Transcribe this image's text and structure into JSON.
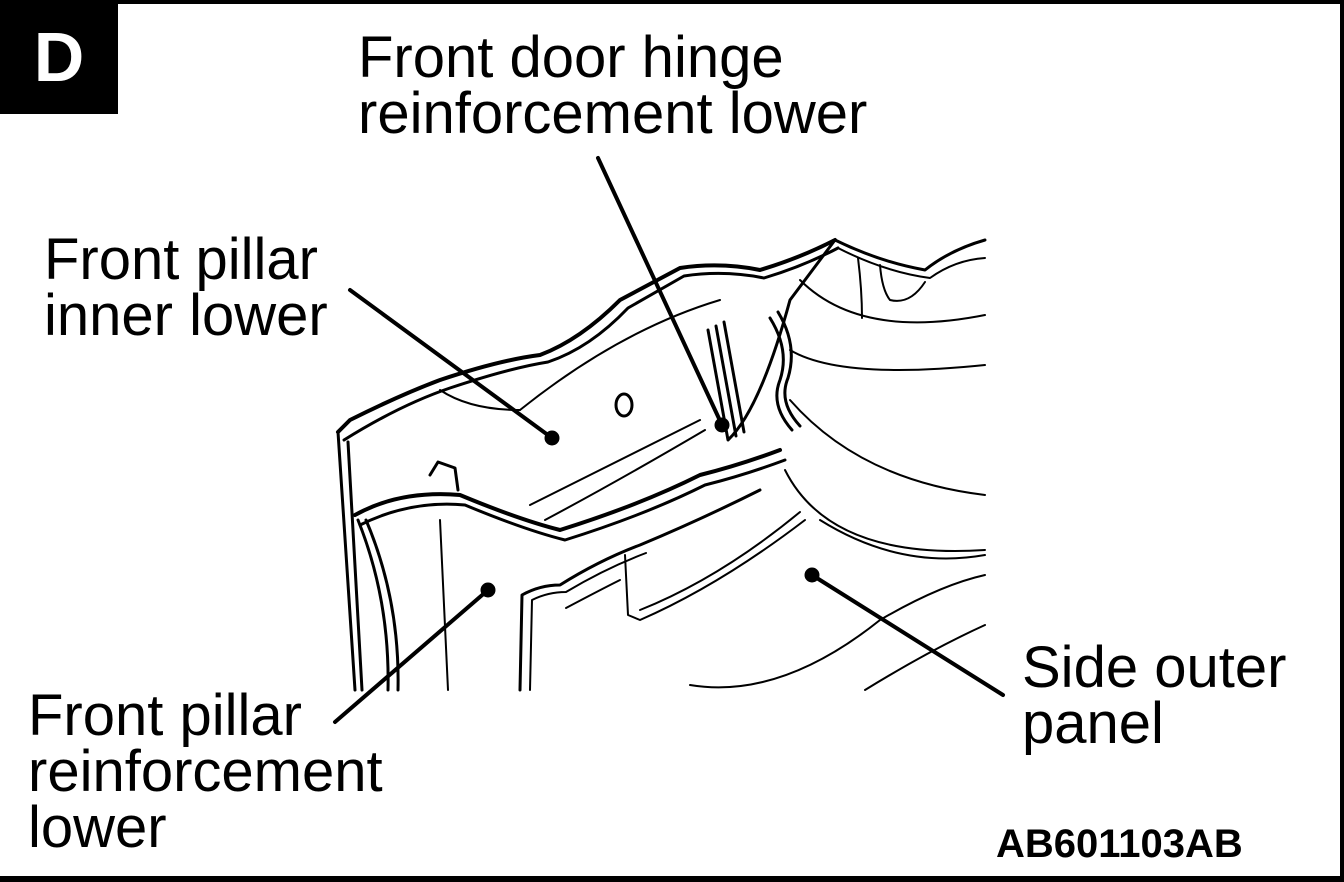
{
  "view_letter": "D",
  "labels": {
    "hinge": [
      "Front door hinge",
      "reinforcement lower"
    ],
    "pillar_inner": [
      "Front pillar",
      "inner lower"
    ],
    "side_outer": [
      "Side outer",
      "panel"
    ],
    "pillar_reinf": [
      "Front pillar",
      "reinforcement",
      "lower"
    ]
  },
  "figure_code": "AB601103AB"
}
